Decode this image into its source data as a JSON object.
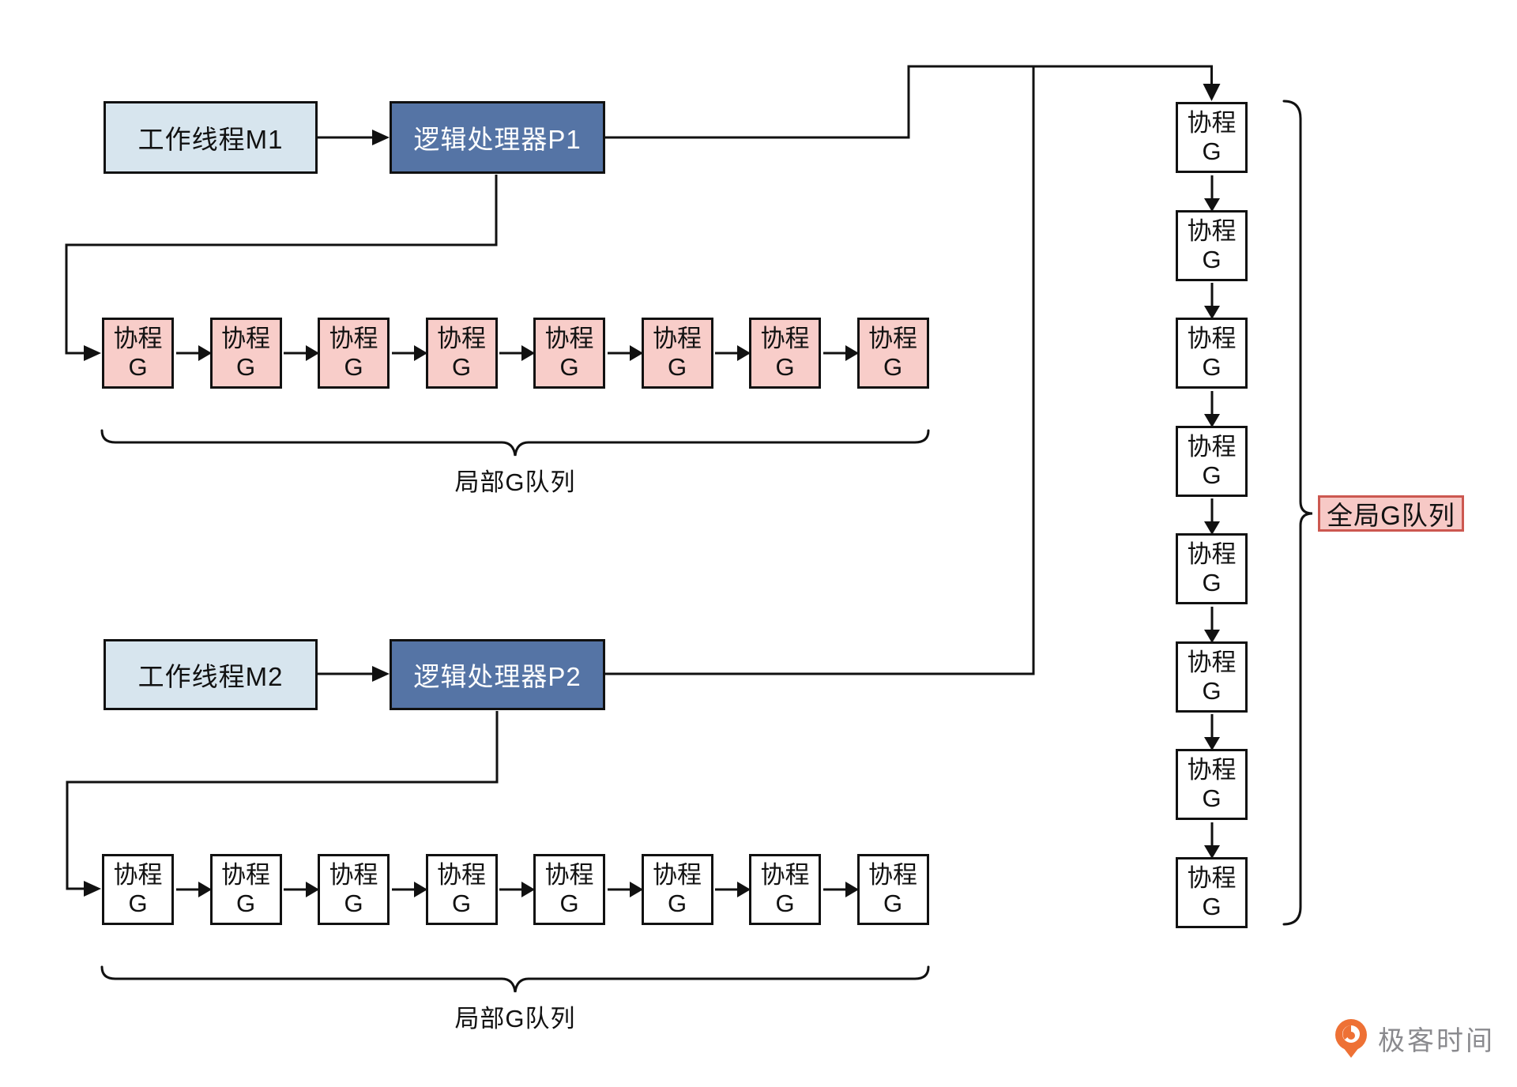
{
  "nodes": {
    "worker_thread_1": "工作线程M1",
    "processor_1": "逻辑处理器P1",
    "worker_thread_2": "工作线程M2",
    "processor_2": "逻辑处理器P2"
  },
  "goroutine": {
    "line1": "协程",
    "line2": "G"
  },
  "queues": {
    "local_queue_1": {
      "label": "局部G队列",
      "count": 8
    },
    "local_queue_2": {
      "label": "局部G队列",
      "count": 8
    },
    "global_queue": {
      "label": "全局G队列",
      "count": 8
    }
  },
  "branding": {
    "logo_text": "极客时间"
  },
  "colors": {
    "line": "#111111",
    "worker_fill": "#d7e5ee",
    "processor_fill": "#5574a5",
    "goroutine_pink_fill": "#f8cdc9",
    "goroutine_white_fill": "#ffffff",
    "global_label_fill": "#f7c9c6",
    "global_label_border": "#cc5850",
    "logo_orange": "#ee7135",
    "logo_text_gray": "#8a8a8e"
  }
}
